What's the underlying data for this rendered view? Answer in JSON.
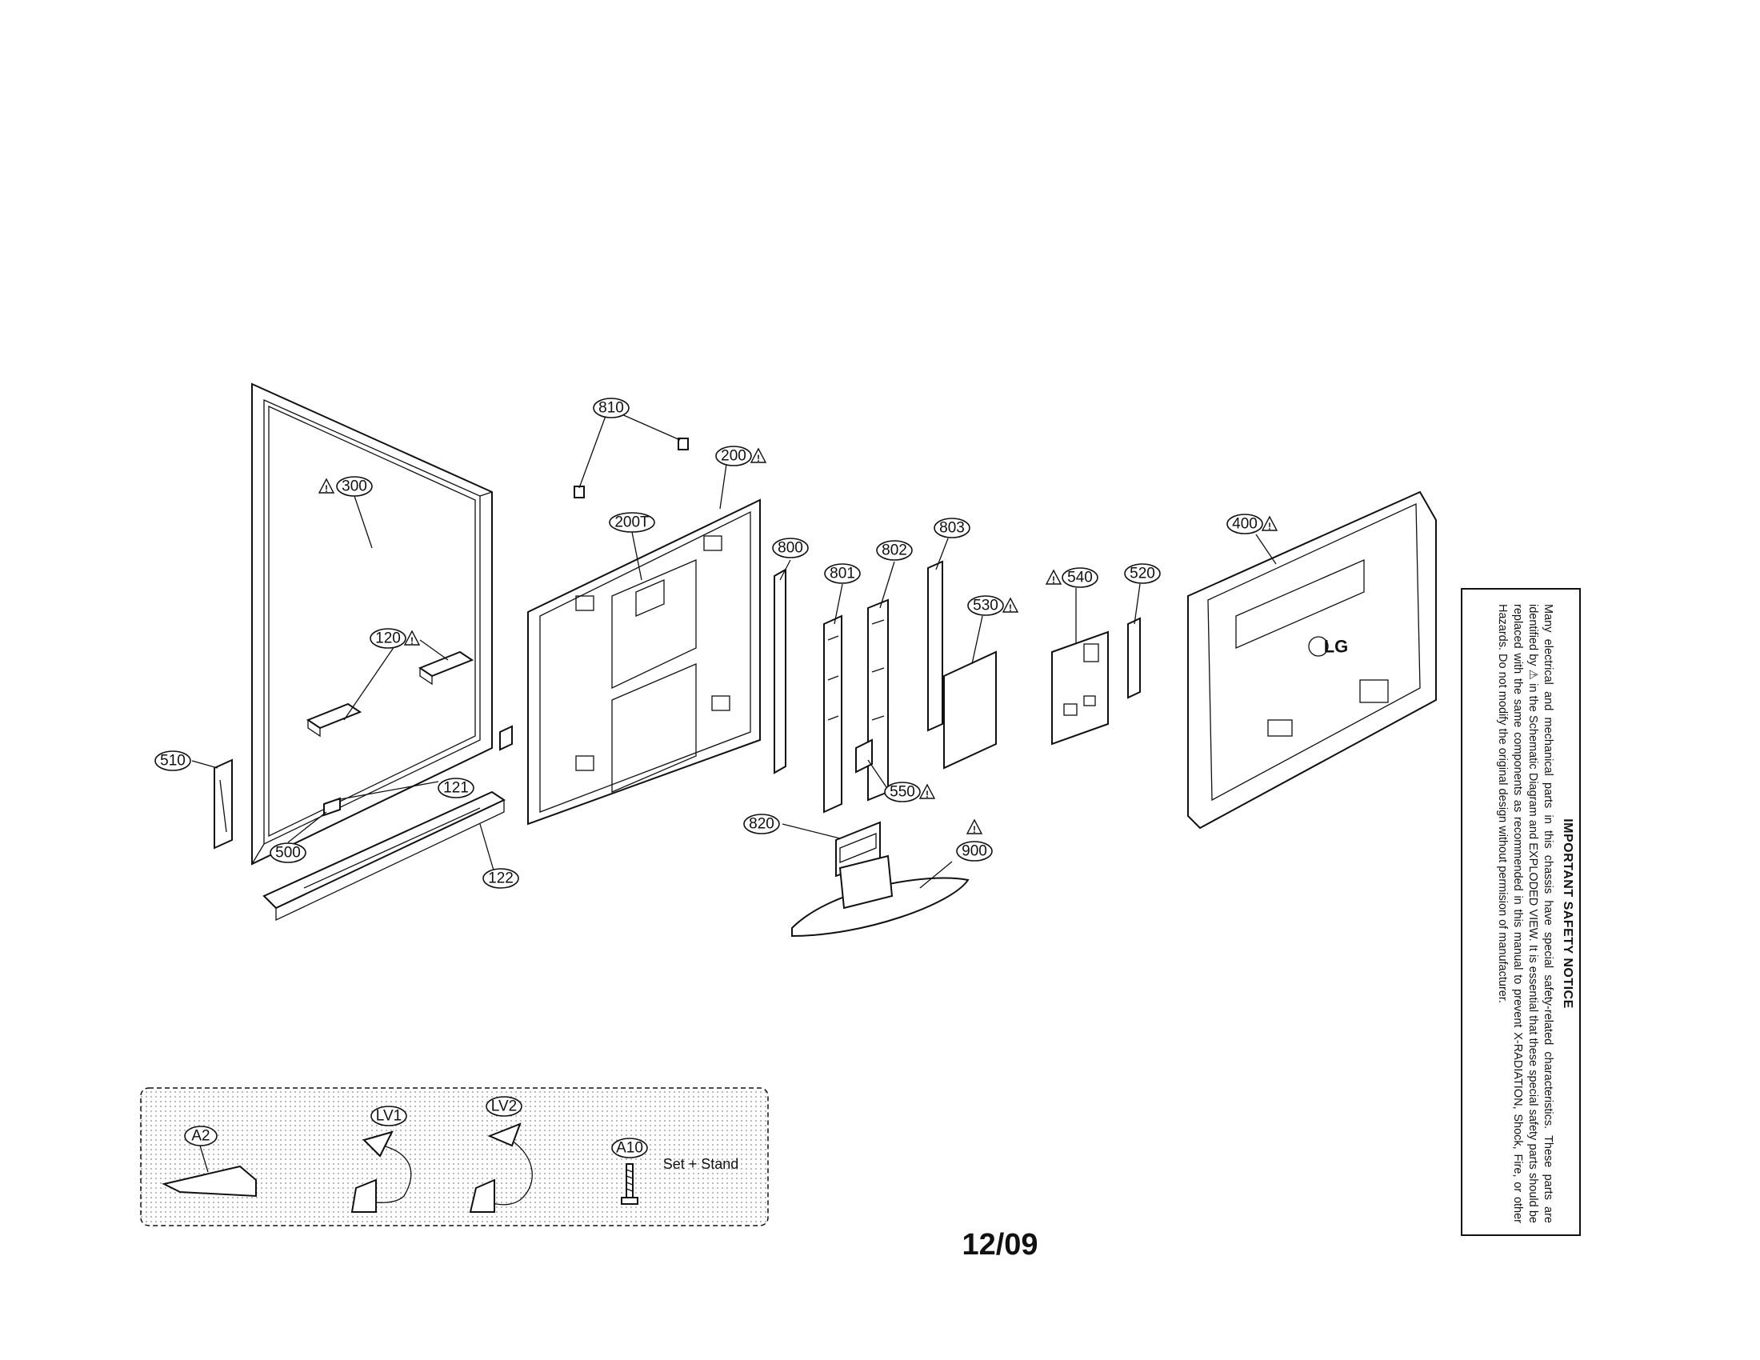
{
  "callouts": {
    "c810": "810",
    "c200": "200",
    "c200T": "200T",
    "c300": "300",
    "c120": "120",
    "c510": "510",
    "c121": "121",
    "c500": "500",
    "c122": "122",
    "c800": "800",
    "c801": "801",
    "c802": "802",
    "c803": "803",
    "c530": "530",
    "c540": "540",
    "c520": "520",
    "c400": "400",
    "c550": "550",
    "c820": "820",
    "c900": "900"
  },
  "accessories": {
    "a2": "A2",
    "lv1": "LV1",
    "lv2": "LV2",
    "a10": "A10",
    "a10_note": "Set + Stand"
  },
  "rear_logo": "LG",
  "warning_symbol": "!",
  "safety_notice": {
    "title": "IMPORTANT SAFETY NOTICE",
    "body": "Many electrical and mechanical parts in this chassis have special safety-related characteristics. These parts are identified by ⚠ in the Schematic Diagram and EXPLODED VIEW. It is essential that these special safety parts should be replaced with the same components as recommended in this manual to prevent X-RADIATION, Shock, Fire, or other Hazards. Do not modify the original design without permision of manufacturer."
  },
  "page_number": "12/09"
}
